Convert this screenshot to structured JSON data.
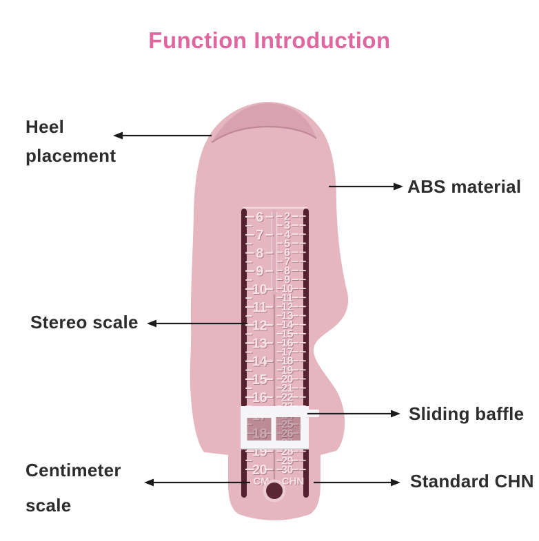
{
  "title": {
    "text": "Function Introduction"
  },
  "labels": {
    "heel_line1": "Heel",
    "heel_line2": "placement",
    "abs_material": "ABS material",
    "stereo_scale": "Stereo scale",
    "sliding_baffle": "Sliding baffle",
    "centimeter_line1": "Centimeter",
    "centimeter_line2": "scale",
    "standard_chn": "Standard CHN"
  },
  "device": {
    "cm_scale": {
      "unit_label": "CM",
      "values": [
        6,
        7,
        8,
        9,
        10,
        11,
        12,
        13,
        14,
        15,
        16,
        17,
        18,
        19,
        20
      ]
    },
    "chn_scale": {
      "unit_label": "CHN",
      "values": [
        2,
        3,
        4,
        5,
        6,
        7,
        8,
        9,
        10,
        11,
        12,
        13,
        14,
        15,
        16,
        17,
        18,
        19,
        20,
        21,
        22,
        23,
        24,
        25,
        26,
        27,
        28,
        29,
        30
      ]
    },
    "baffle_reading": {
      "cm": "18",
      "chn": "25-26"
    }
  },
  "colors": {
    "title": "#e0669f",
    "label": "#2d2d2d",
    "arrow": "#1b1b1b",
    "body": "#e5b6c0",
    "heel": "#d9a2b0",
    "heel_edge": "#bf8898",
    "slot": "#54222e",
    "scaletext": "#f6e4e9",
    "baffle": "#f5f4f7",
    "hole": "#5c2734",
    "hole_ring": "#ecccd3",
    "groove": "#c493a0",
    "bg": "#ffffff"
  }
}
